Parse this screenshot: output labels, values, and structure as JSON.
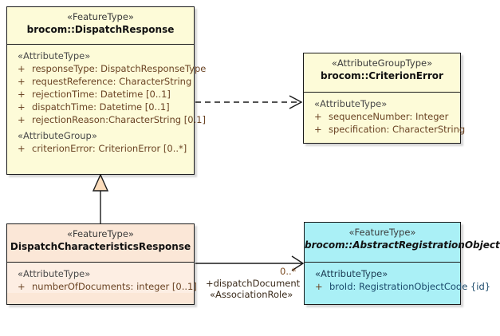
{
  "diagram": {
    "type": "uml-class-diagram",
    "colors": {
      "feature_type_fill": "#fdfbd8",
      "subtype_fill": "#fbe7d7",
      "abstract_fill": "#aaf0f6",
      "border": "#1a1a1a",
      "attribute_text": "#6b4424",
      "generalization_fill": "#fbdcbb"
    }
  },
  "classes": {
    "dispatch_response": {
      "stereotype": "«FeatureType»",
      "name": "brocom::DispatchResponse",
      "groups": [
        {
          "stereotype": "«AttributeType»",
          "attributes": [
            {
              "visibility": "+",
              "text": "responseType: DispatchResponseType"
            },
            {
              "visibility": "+",
              "text": "requestReference: CharacterString"
            },
            {
              "visibility": "+",
              "text": "rejectionTime: Datetime [0..1]"
            },
            {
              "visibility": "+",
              "text": "dispatchTime: Datetime [0..1]"
            },
            {
              "visibility": "+",
              "text": "rejectionReason:CharacterString [0.1]"
            }
          ]
        },
        {
          "stereotype": "«AttributeGroup»",
          "attributes": [
            {
              "visibility": "+",
              "text": "criterionError: CriterionError [0..*]"
            }
          ]
        }
      ]
    },
    "criterion_error": {
      "stereotype": "«AttributeGroupType»",
      "name": "brocom::CriterionError",
      "groups": [
        {
          "stereotype": "«AttributeType»",
          "attributes": [
            {
              "visibility": "+",
              "text": "sequenceNumber: Integer"
            },
            {
              "visibility": "+",
              "text": "specification: CharacterString"
            }
          ]
        }
      ]
    },
    "dispatch_characteristics_response": {
      "stereotype": "«FeatureType»",
      "name": "DispatchCharacteristicsResponse",
      "groups": [
        {
          "stereotype": "«AttributeType»",
          "attributes": [
            {
              "visibility": "+",
              "text": "numberOfDocuments: integer [0..1]"
            }
          ]
        }
      ]
    },
    "abstract_registration_object": {
      "stereotype": "«FeatureType»",
      "name": "brocom::AbstractRegistrationObject",
      "abstract": true,
      "groups": [
        {
          "stereotype": "«AttributeType»",
          "attributes": [
            {
              "visibility": "+",
              "text": "broId: RegistrationObjectCode {id}"
            }
          ]
        }
      ]
    }
  },
  "connectors": {
    "dependency": {
      "kind": "dependency",
      "line": "dashed",
      "arrow": "open",
      "from": "dispatch_response",
      "to": "criterion_error"
    },
    "generalization": {
      "kind": "generalization",
      "line": "solid",
      "arrow": "hollow-triangle",
      "from": "dispatch_characteristics_response",
      "to": "dispatch_response"
    },
    "association": {
      "kind": "association",
      "line": "solid",
      "arrow": "open",
      "from": "dispatch_characteristics_response",
      "to": "abstract_registration_object",
      "multiplicity": "0..*",
      "role": "+dispatchDocument",
      "stereotype": "«AssociationRole»"
    }
  }
}
